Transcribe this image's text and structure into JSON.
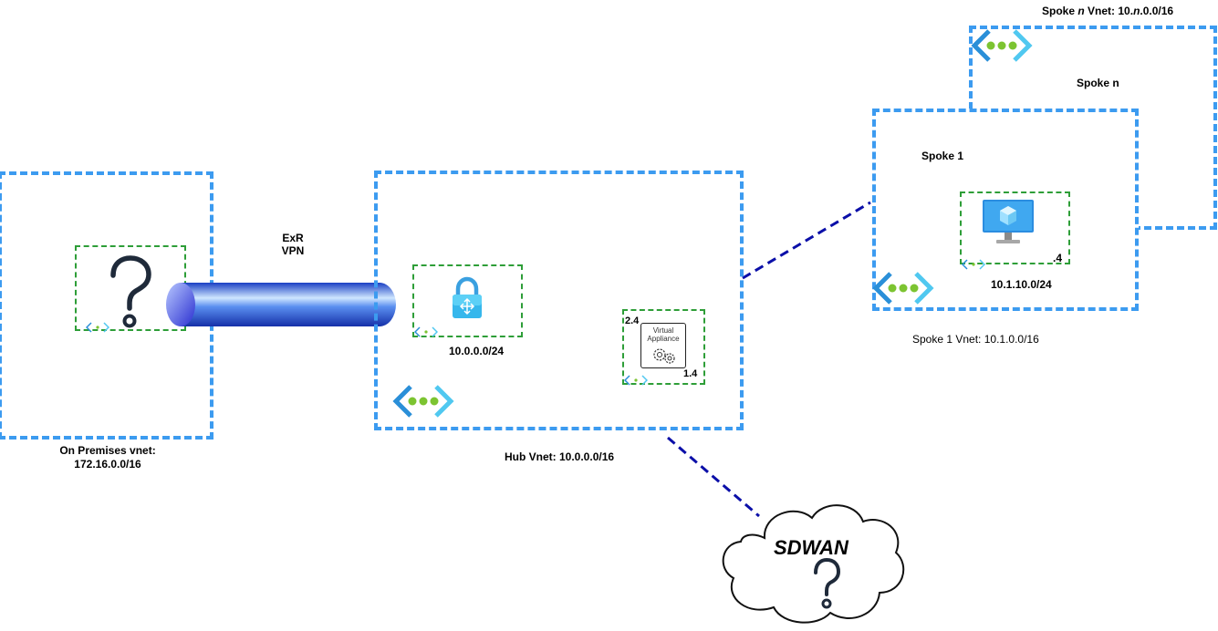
{
  "onprem": {
    "vnet_label_line1": "On Premises vnet:",
    "vnet_label_line2": "172.16.0.0/16"
  },
  "connection": {
    "line1": "ExR",
    "line2": "VPN"
  },
  "hub": {
    "vnet_label": "Hub Vnet: 10.0.0.0/16",
    "gateway_subnet": "10.0.0.0/24",
    "nva_ip_top": "2.4",
    "nva_ip_bottom": "1.4",
    "nva_label_line1": "Virtual",
    "nva_label_line2": "Appliance"
  },
  "spoke1": {
    "title": "Spoke 1",
    "subnet": "10.1.10.0/24",
    "vm_ip": ".4",
    "vnet_label": "Spoke 1 Vnet: 10.1.0.0/16"
  },
  "spoken": {
    "title": "Spoke n",
    "vnet_prefix": "Spoke ",
    "vnet_italic1": "n",
    "vnet_mid": " Vnet: 10.",
    "vnet_italic2": "n",
    "vnet_suffix": ".0.0/16"
  },
  "sdwan": {
    "label": "SDWAN"
  },
  "icons": {
    "unknown": "question-mark-icon",
    "vpn_gateway": "vpn-gateway-icon",
    "vnet": "virtual-network-icon",
    "subnet": "subnet-icon",
    "vm": "virtual-machine-icon",
    "nva": "virtual-appliance-icon"
  },
  "colors": {
    "vnet_border": "#3c9bf0",
    "subnet_border": "#2e9e38",
    "link": "#0b0fa8",
    "tunnel": "#2f5ed8"
  }
}
